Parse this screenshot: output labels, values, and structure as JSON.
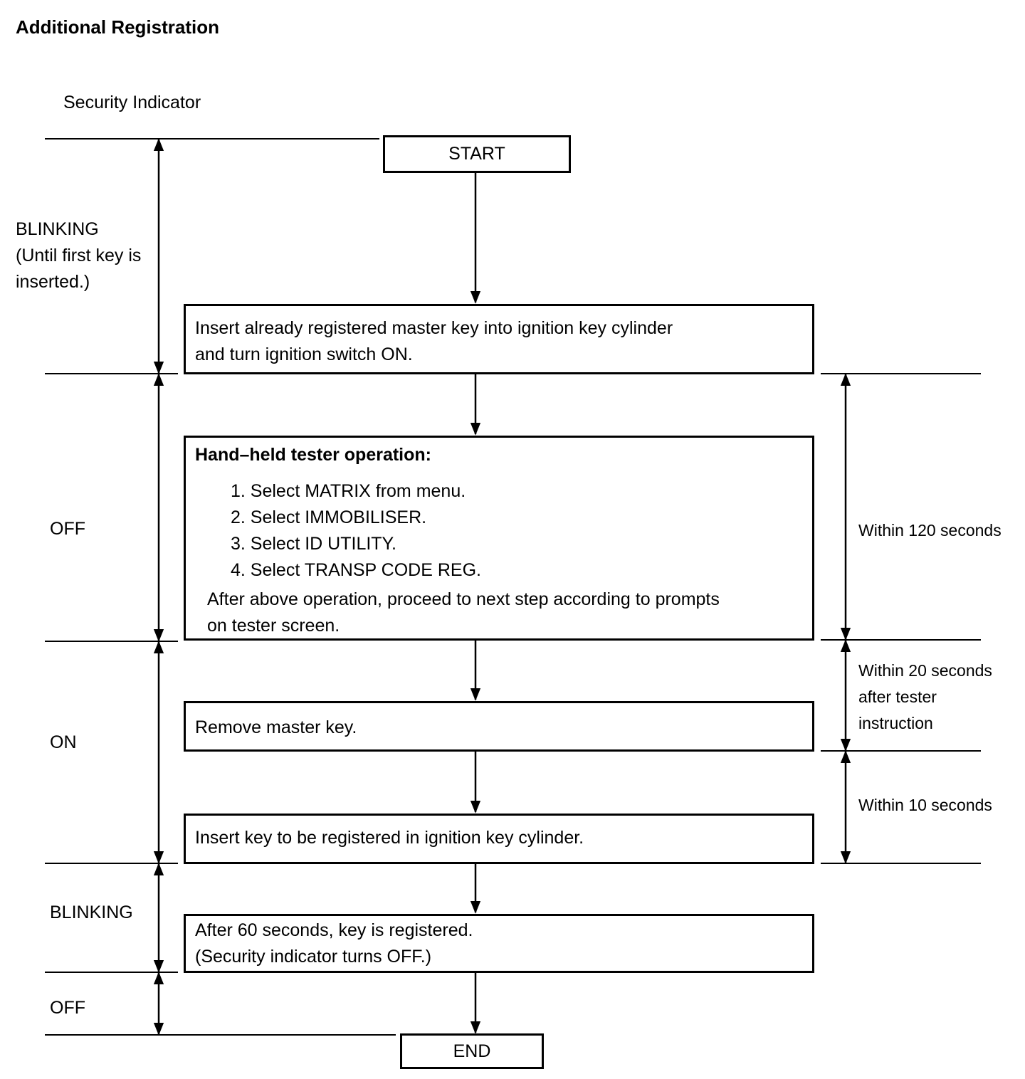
{
  "title": "Additional Registration",
  "indicator_heading": "Security Indicator",
  "indicator_states": [
    {
      "lines": [
        "BLINKING",
        "(Until first key is",
        "inserted.)"
      ]
    },
    {
      "lines": [
        "OFF"
      ]
    },
    {
      "lines": [
        "ON"
      ]
    },
    {
      "lines": [
        "BLINKING"
      ]
    },
    {
      "lines": [
        "OFF"
      ]
    }
  ],
  "steps": {
    "start": "START",
    "step1": {
      "lines": [
        "Insert already registered master key into ignition key cylinder",
        "and turn ignition switch ON."
      ]
    },
    "step2": {
      "heading": "Hand–held tester operation:",
      "items": [
        "1. Select MATRIX from menu.",
        "2. Select IMMOBILISER.",
        "3. Select ID UTILITY.",
        "4. Select TRANSP CODE REG."
      ],
      "note": [
        "After above operation, proceed to next step according to prompts",
        "on tester screen."
      ]
    },
    "step3": "Remove master key.",
    "step4": "Insert key to be registered in ignition key cylinder.",
    "step5": {
      "lines": [
        "After 60 seconds, key is registered.",
        "(Security indicator turns OFF.)"
      ]
    },
    "end": "END"
  },
  "time_limits": [
    {
      "lines": [
        "Within 120 seconds"
      ]
    },
    {
      "lines": [
        "Within 20 seconds",
        "after tester",
        "instruction"
      ]
    },
    {
      "lines": [
        "Within 10 seconds"
      ]
    }
  ]
}
